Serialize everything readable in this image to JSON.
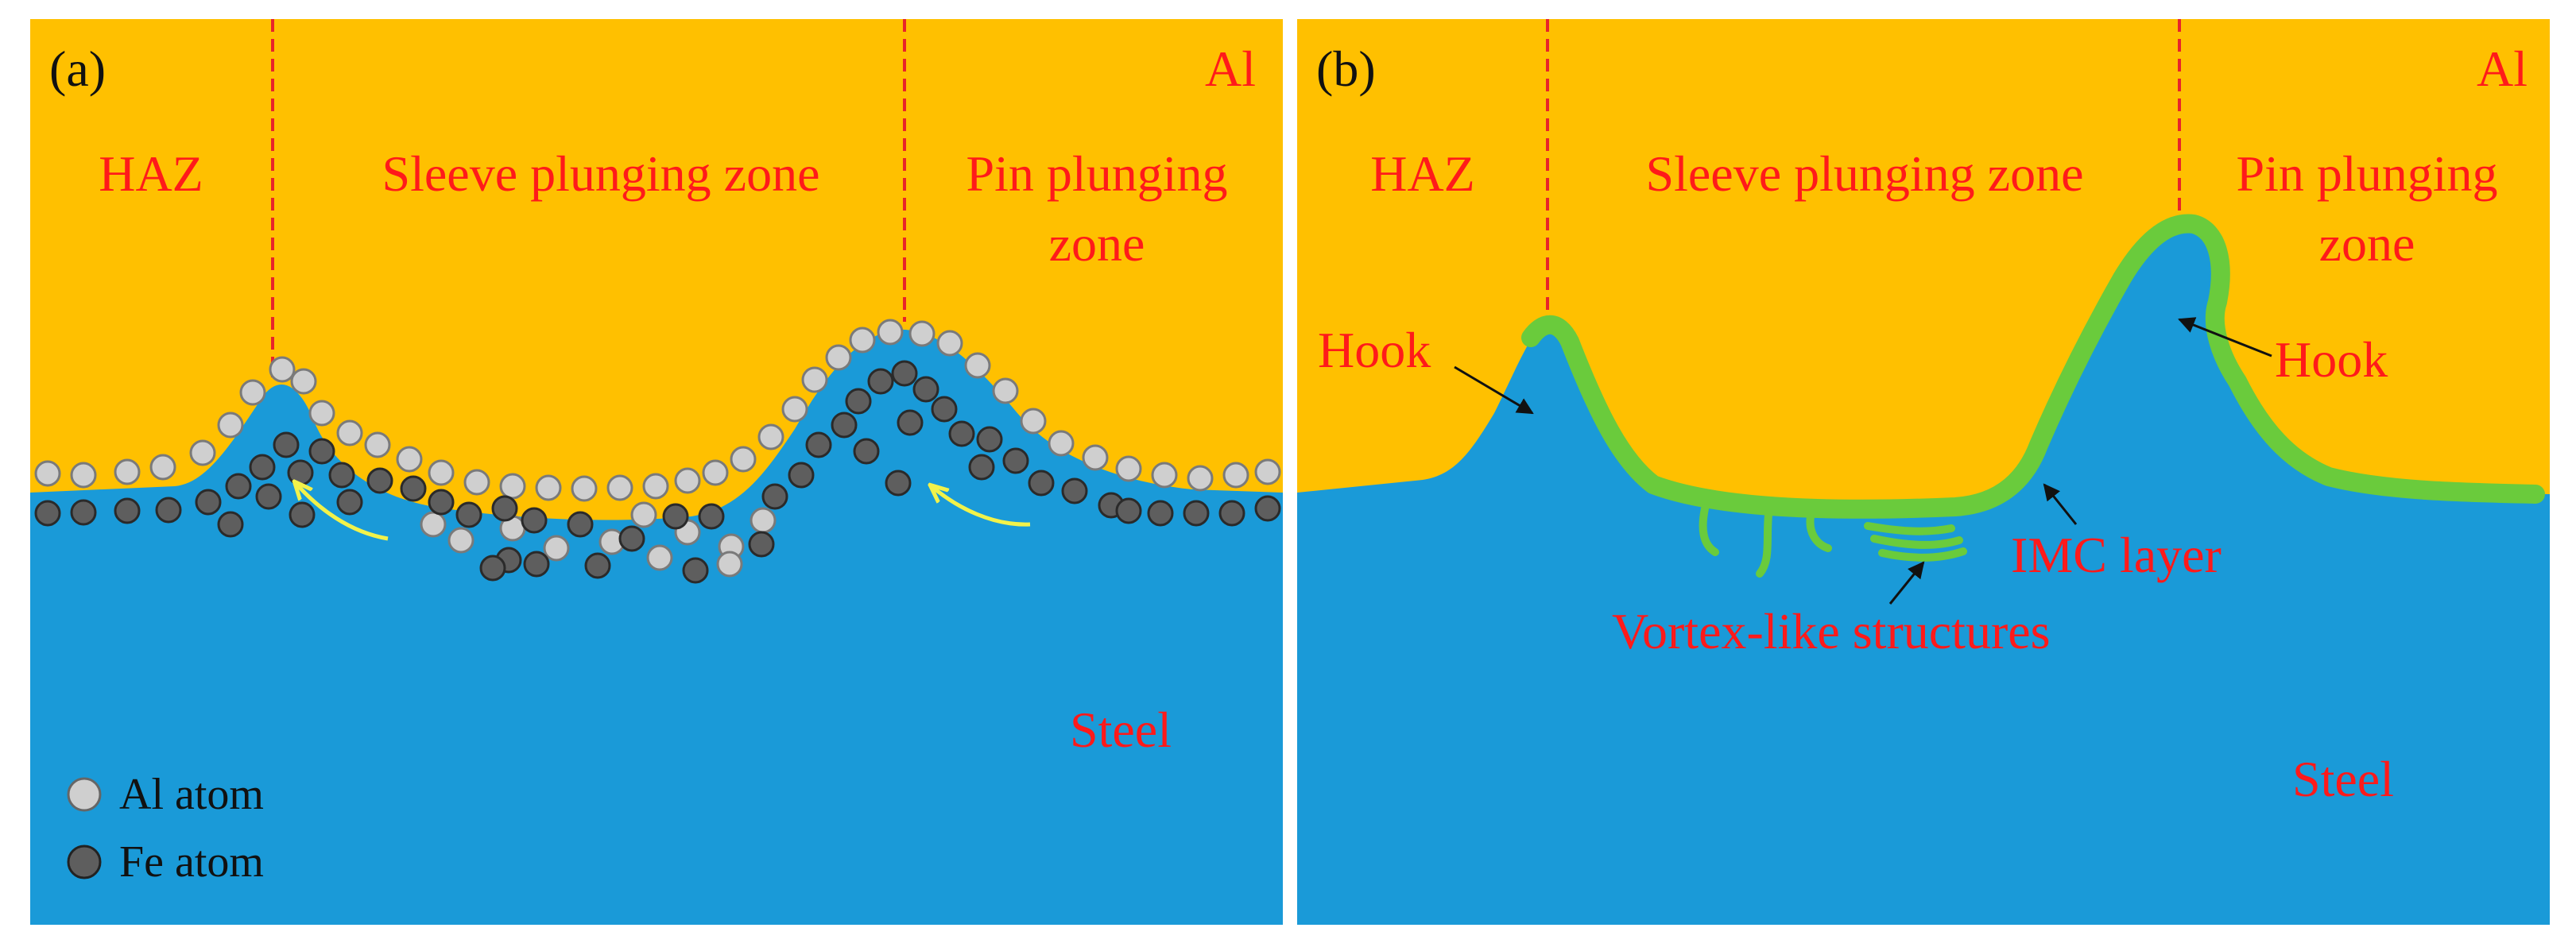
{
  "colors": {
    "aluminum": "#FFC000",
    "steel": "#1A9AD8",
    "imc_layer": "#6ACB3C",
    "zone_line": "#E8242A",
    "text_red": "#FF1A1A",
    "al_atom": "#CFCFCF",
    "fe_atom": "#5E5E5E",
    "flow_arrow": "#F2F24A"
  },
  "panel_a": {
    "tag": "(a)",
    "material_top": "Al",
    "material_bottom": "Steel",
    "zones": {
      "haz": "HAZ",
      "sleeve": "Sleeve plunging zone",
      "pin_line1": "Pin plunging",
      "pin_line2": "zone"
    },
    "legend": [
      {
        "label": "Al atom",
        "atom": "al"
      },
      {
        "label": "Fe atom",
        "atom": "fe"
      }
    ]
  },
  "panel_b": {
    "tag": "(b)",
    "material_top": "Al",
    "material_bottom": "Steel",
    "zones": {
      "haz": "HAZ",
      "sleeve": "Sleeve plunging zone",
      "pin_line1": "Pin plunging",
      "pin_line2": "zone"
    },
    "annotations": {
      "hook_left": "Hook",
      "hook_right": "Hook",
      "imc": "IMC layer",
      "vortex": "Vortex-like structures"
    }
  }
}
